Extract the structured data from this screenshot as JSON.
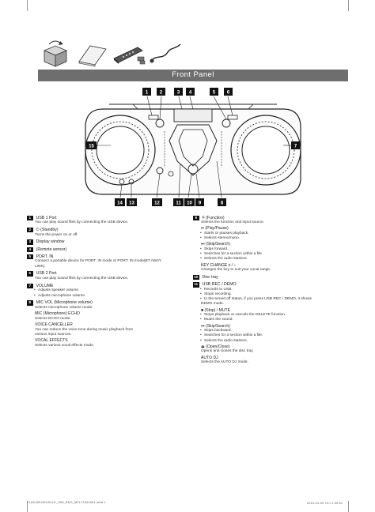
{
  "section": {
    "title": "Front Panel"
  },
  "callouts": [
    "1",
    "2",
    "3",
    "4",
    "5",
    "6",
    "7",
    "8",
    "9",
    "10",
    "11",
    "12",
    "13",
    "14",
    "15"
  ],
  "left_column": [
    {
      "num": "1",
      "title": "USB 1 Port",
      "lines": [
        {
          "type": "ind",
          "text": "You can play sound files by connecting the USB device."
        }
      ]
    },
    {
      "num": "2",
      "title": "⏻ (Standby)",
      "lines": [
        {
          "type": "ind",
          "text": "Turns the power on or off."
        }
      ]
    },
    {
      "num": "3",
      "title": "Display window",
      "lines": []
    },
    {
      "num": "4",
      "title": "(Remote sensor)",
      "lines": []
    },
    {
      "num": "5",
      "title": "PORT. IN",
      "lines": [
        {
          "type": "ind",
          "text": "Connect a portable device for PORT. IN mode or PORT. IN mode(BT AWAY"
        },
        {
          "type": "ind",
          "text": "LINK)."
        }
      ]
    },
    {
      "num": "6",
      "title": "USB 2 Port",
      "lines": [
        {
          "type": "ind",
          "text": "You can play sound files by connecting the USB device."
        }
      ]
    },
    {
      "num": "7",
      "title": "VOLUME",
      "lines": [
        {
          "type": "bul",
          "text": "Adjusts speaker volume."
        },
        {
          "type": "bul",
          "text": "Adjusts microphone volume."
        }
      ]
    },
    {
      "num": "8",
      "title": "MIC VOL (Microphone volume)",
      "lines": [
        {
          "type": "ind",
          "text": "Selects microphone volume mode."
        },
        {
          "type": "sub",
          "text": "MIC (Microphone) ECHO"
        },
        {
          "type": "ind",
          "text": "Selects ECHO mode."
        },
        {
          "type": "sub",
          "text": "VOICE CANCELLER"
        },
        {
          "type": "ind",
          "text": "You can reduce the voice tone during music playback from"
        },
        {
          "type": "ind",
          "text": "various input sources."
        },
        {
          "type": "sub",
          "text": "VOCAL EFFECTS"
        },
        {
          "type": "ind",
          "text": "Selects various vocal effects mode."
        }
      ]
    }
  ],
  "right_column": [
    {
      "num": "9",
      "title": "F (Function)",
      "lines": [
        {
          "type": "ind",
          "text": "Selects the function and input source."
        },
        {
          "type": "sub",
          "text": "⏯ (Play/Pause)"
        },
        {
          "type": "bul",
          "text": "Starts or pauses playback."
        },
        {
          "type": "bul",
          "text": "Selects stereo/mono."
        },
        {
          "type": "sub",
          "text": "⏭ (Skip/Search)"
        },
        {
          "type": "bul",
          "text": "Skips forward."
        },
        {
          "type": "bul",
          "text": "Searches for a section within a file."
        },
        {
          "type": "bul",
          "text": "Selects the radio stations."
        },
        {
          "type": "sub",
          "text": "KEY CHANGE ♯ / ♭"
        },
        {
          "type": "ind",
          "text": "Changes the key to suit your vocal range."
        }
      ]
    },
    {
      "num": "10",
      "title": "Disc tray",
      "lines": []
    },
    {
      "num": "11",
      "title": "USB REC / DEMO",
      "lines": [
        {
          "type": "bul",
          "text": "Records to USB."
        },
        {
          "type": "bul",
          "text": "Stops recording."
        },
        {
          "type": "bul",
          "text": "In the turned off status, if you press USB REC / DEMO, it shows"
        },
        {
          "type": "ind",
          "text": "DEMO mode."
        },
        {
          "type": "sub",
          "text": "■ (Stop) / MUTE"
        },
        {
          "type": "bul",
          "text": "Stops playback or cancels the DELETE function."
        },
        {
          "type": "bul",
          "text": "Mutes the sound."
        },
        {
          "type": "sub",
          "text": "⏮ (Skip/Search)"
        },
        {
          "type": "bul",
          "text": "Skips backward."
        },
        {
          "type": "bul",
          "text": "Searches for a section within a file."
        },
        {
          "type": "bul",
          "text": "Selects the radio stations."
        },
        {
          "type": "sub",
          "text": "⏏ (Open/Close)"
        },
        {
          "type": "ind",
          "text": "Opens and closes the disc tray."
        },
        {
          "type": "sub",
          "text": "AUTO DJ"
        },
        {
          "type": "ind",
          "text": "Selects the AUTO DJ mode."
        }
      ]
    }
  ],
  "footer": {
    "left": "CL65-DB.DEUSLLK_SIM_ENG_MFL71061631.indd   1",
    "right": "2019-01-09   ☐☐ 2:09:51"
  }
}
